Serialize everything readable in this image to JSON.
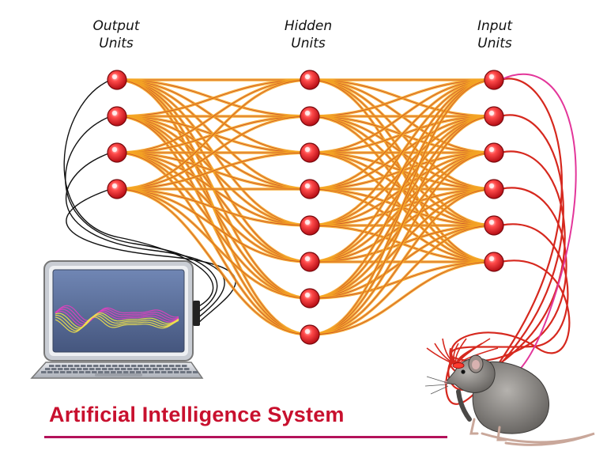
{
  "labels": {
    "output": [
      "Output",
      "Units"
    ],
    "hidden": [
      "Hidden",
      "Units"
    ],
    "input": [
      "Input",
      "Units"
    ]
  },
  "title": "Artificial Intelligence System",
  "layers": {
    "output": 4,
    "hidden": 8,
    "input": 6
  },
  "colors": {
    "connection": "#f5a623",
    "connection_core": "#c0392b",
    "neuron": "#e8202a",
    "electrode": "#d6281e",
    "cable": "#111111",
    "title": "#c8102e",
    "underline": "#b3125a",
    "monitor_bg": "#5a6f9a",
    "wave_pink": "#e040c0",
    "wave_yellow": "#f2e24a"
  },
  "icons": [
    "laptop-icon",
    "mouse-animal-icon"
  ]
}
